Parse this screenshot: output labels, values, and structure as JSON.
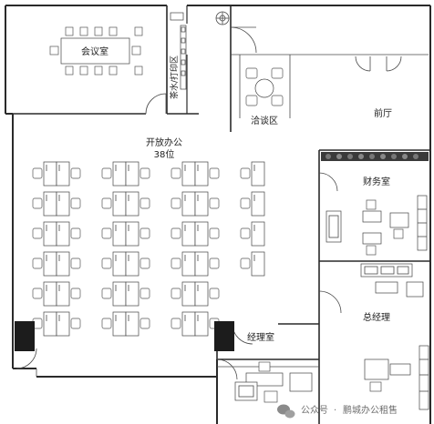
{
  "rooms": {
    "meeting_room": "会议室",
    "tea_print": "茶水/打印区",
    "lounge": "洽谈区",
    "reception": "前厅",
    "open_office": "开放办公",
    "open_office_seats": "38位",
    "finance": "财务室",
    "gm": "总经理",
    "manager": "经理室"
  },
  "watermark": {
    "prefix": "公众号",
    "separator": "·",
    "name": "鹏城办公租售"
  },
  "colors": {
    "wall": "#2a2a2a",
    "line": "#4a4a4a",
    "fill_dark": "#1c1c1c",
    "background": "#ffffff"
  }
}
